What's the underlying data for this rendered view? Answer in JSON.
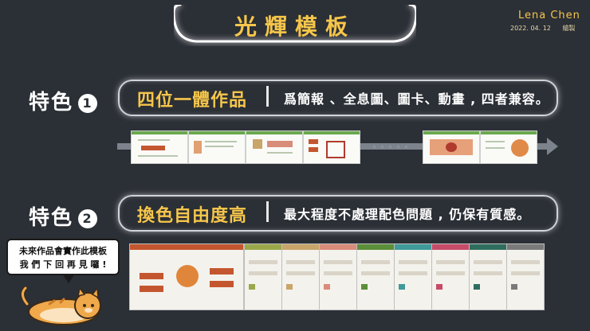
{
  "header": {
    "title": "光輝模板",
    "author": "Lena Chen",
    "date": "2022. 04. 12",
    "date_suffix": "繪製"
  },
  "feature1": {
    "label": "特色",
    "number": "1",
    "main": "四位一體作品",
    "desc": "爲簡報 、全息圖、圖卡、動畫 , 四者兼容。"
  },
  "feature2": {
    "label": "特色",
    "number": "2",
    "main": "換色自由度高",
    "desc": "最大程度不處理配色問題 , 仍保有質感。"
  },
  "bubble": {
    "line1": "未來作品會實作此模板",
    "line2": "我 們 下 回 再 見 囉 !"
  },
  "colors": {
    "accent": "#f6c64a",
    "background": "#2b2f36",
    "template_palette": [
      "#c4562f",
      "#9aa84a",
      "#c9a56a",
      "#d98c7a",
      "#5b8f3a",
      "#3f9a9a",
      "#c64c6a",
      "#2f6e5f",
      "#7a7a7a",
      "#333333"
    ]
  }
}
